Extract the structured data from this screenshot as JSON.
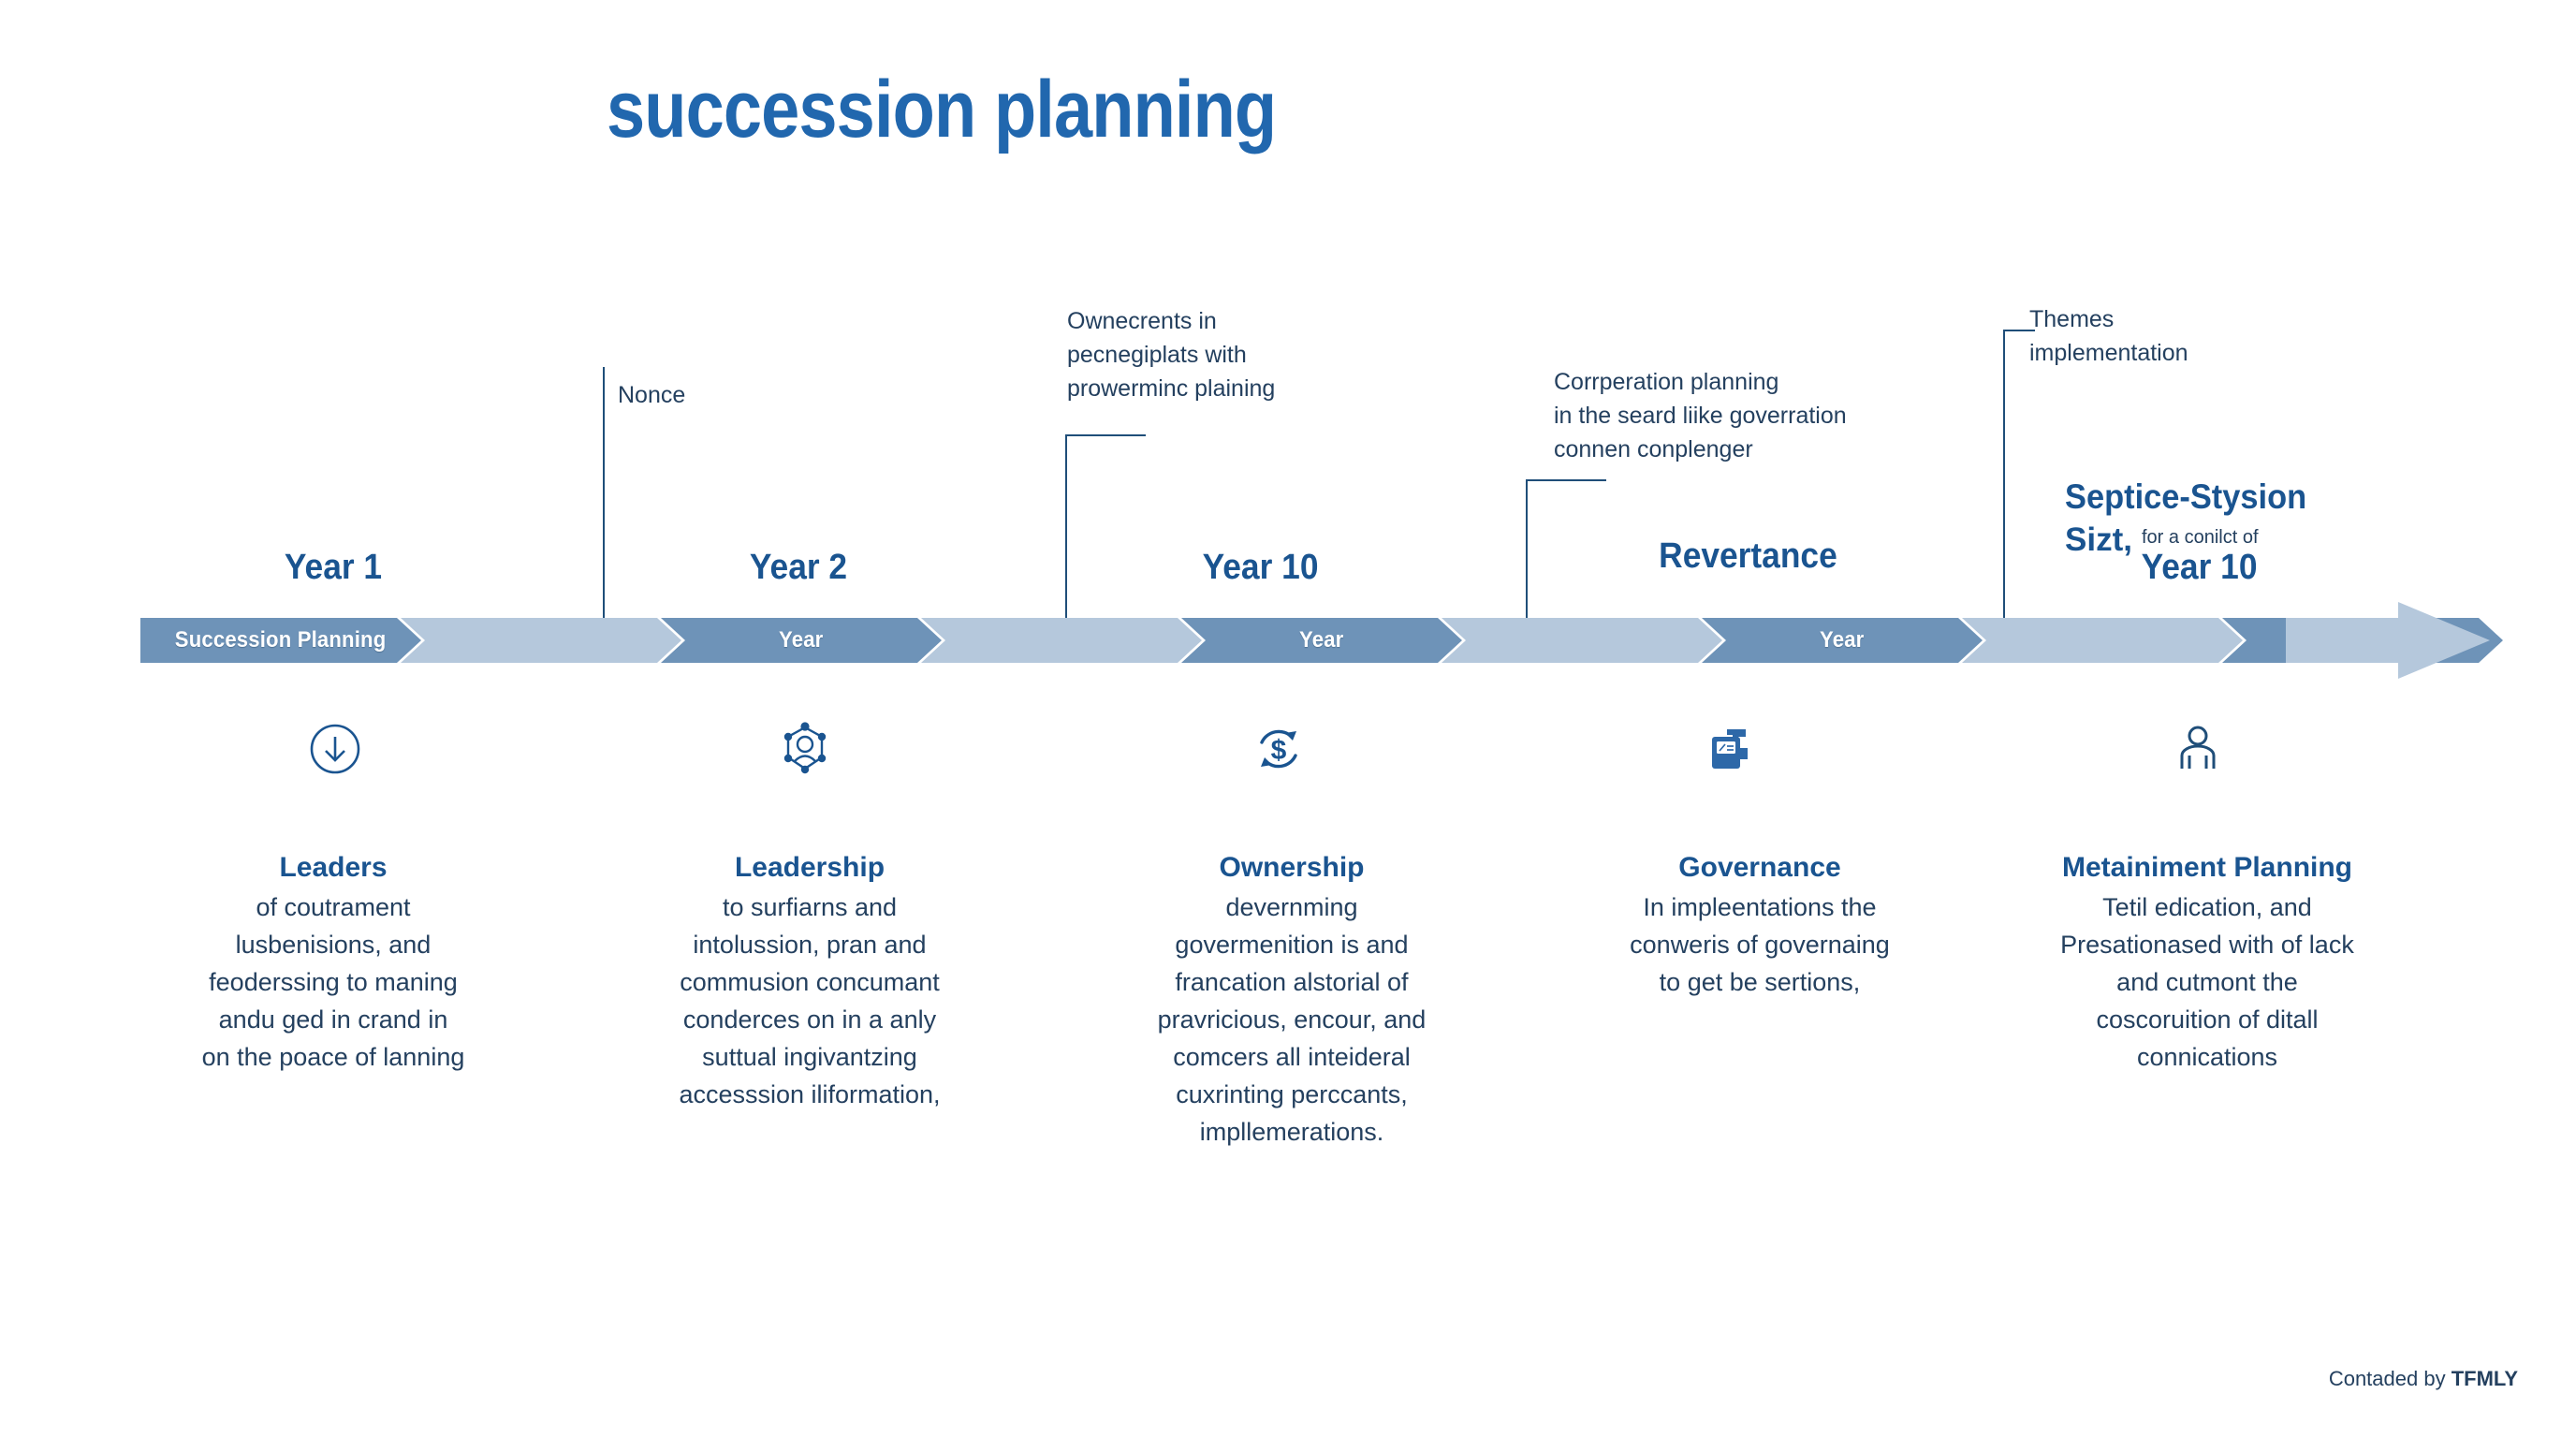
{
  "title": "succession planning",
  "colors": {
    "title_blue": "#2167ae",
    "heading_blue": "#1a5490",
    "body_blue": "#24405f",
    "segment_dark": "#6e93b8",
    "segment_light": "#b5c8dc"
  },
  "callouts": [
    {
      "text": "Nonce"
    },
    {
      "text": "Ownecrents in\npecnegiplats with\nprowerminc plaining"
    },
    {
      "text": "Corrperation planning\nin the seard liike goverration\nconnen conplenger"
    },
    {
      "text": "Themes\nimplementation"
    }
  ],
  "year_labels": [
    {
      "text": "Year 1"
    },
    {
      "text": "Year 2"
    },
    {
      "text": "Year 10"
    },
    {
      "text": "Revertance"
    },
    {
      "text": "Year 10"
    }
  ],
  "overlay": {
    "headline": "Septice-Stysion",
    "subline": "Sizt,",
    "small": "for a conilct of"
  },
  "timeline": {
    "segments": [
      {
        "label": "Succession Planning",
        "tone": "dark"
      },
      {
        "label": "",
        "tone": "light"
      },
      {
        "label": "Year",
        "tone": "dark"
      },
      {
        "label": "",
        "tone": "light"
      },
      {
        "label": "Year",
        "tone": "dark"
      },
      {
        "label": "",
        "tone": "light"
      },
      {
        "label": "Year",
        "tone": "dark"
      },
      {
        "label": "",
        "tone": "light"
      },
      {
        "label": "Year",
        "tone": "dark"
      }
    ]
  },
  "icons": [
    {
      "name": "download-circle-icon"
    },
    {
      "name": "leadership-network-icon"
    },
    {
      "name": "dollar-refresh-icon"
    },
    {
      "name": "document-book-icon"
    },
    {
      "name": "person-icon"
    }
  ],
  "columns": [
    {
      "title": "Leaders",
      "body": "of coutrament\nlusbenisions, and\nfeoderssing to maning\nandu ged in crand in\non the poace of lanning"
    },
    {
      "title": "Leadership",
      "body": "to surfiarns and\nintolussion, pran and\ncommusion concumant\nconderces on in a anly\nsuttual ingivantzing\naccesssion iliformation,"
    },
    {
      "title": "Ownership",
      "body": "devernming\ngovermenition is and\nfrancation alstorial of\npravricious, encour, and\ncomcers all inteideral\ncuxrinting perccants,\nimpllemerations."
    },
    {
      "title": "Governance",
      "body": "In impleentations the\nconweris of governaing\nto get be sertions,"
    },
    {
      "title": "Metainiment Planning",
      "body": "Tetil edication, and\nPresationased with of lack\nand cutmont the\ncoscoruition of ditall\nconnications"
    }
  ],
  "footer": {
    "prefix": "Contaded by ",
    "brand": "TFMLY"
  }
}
